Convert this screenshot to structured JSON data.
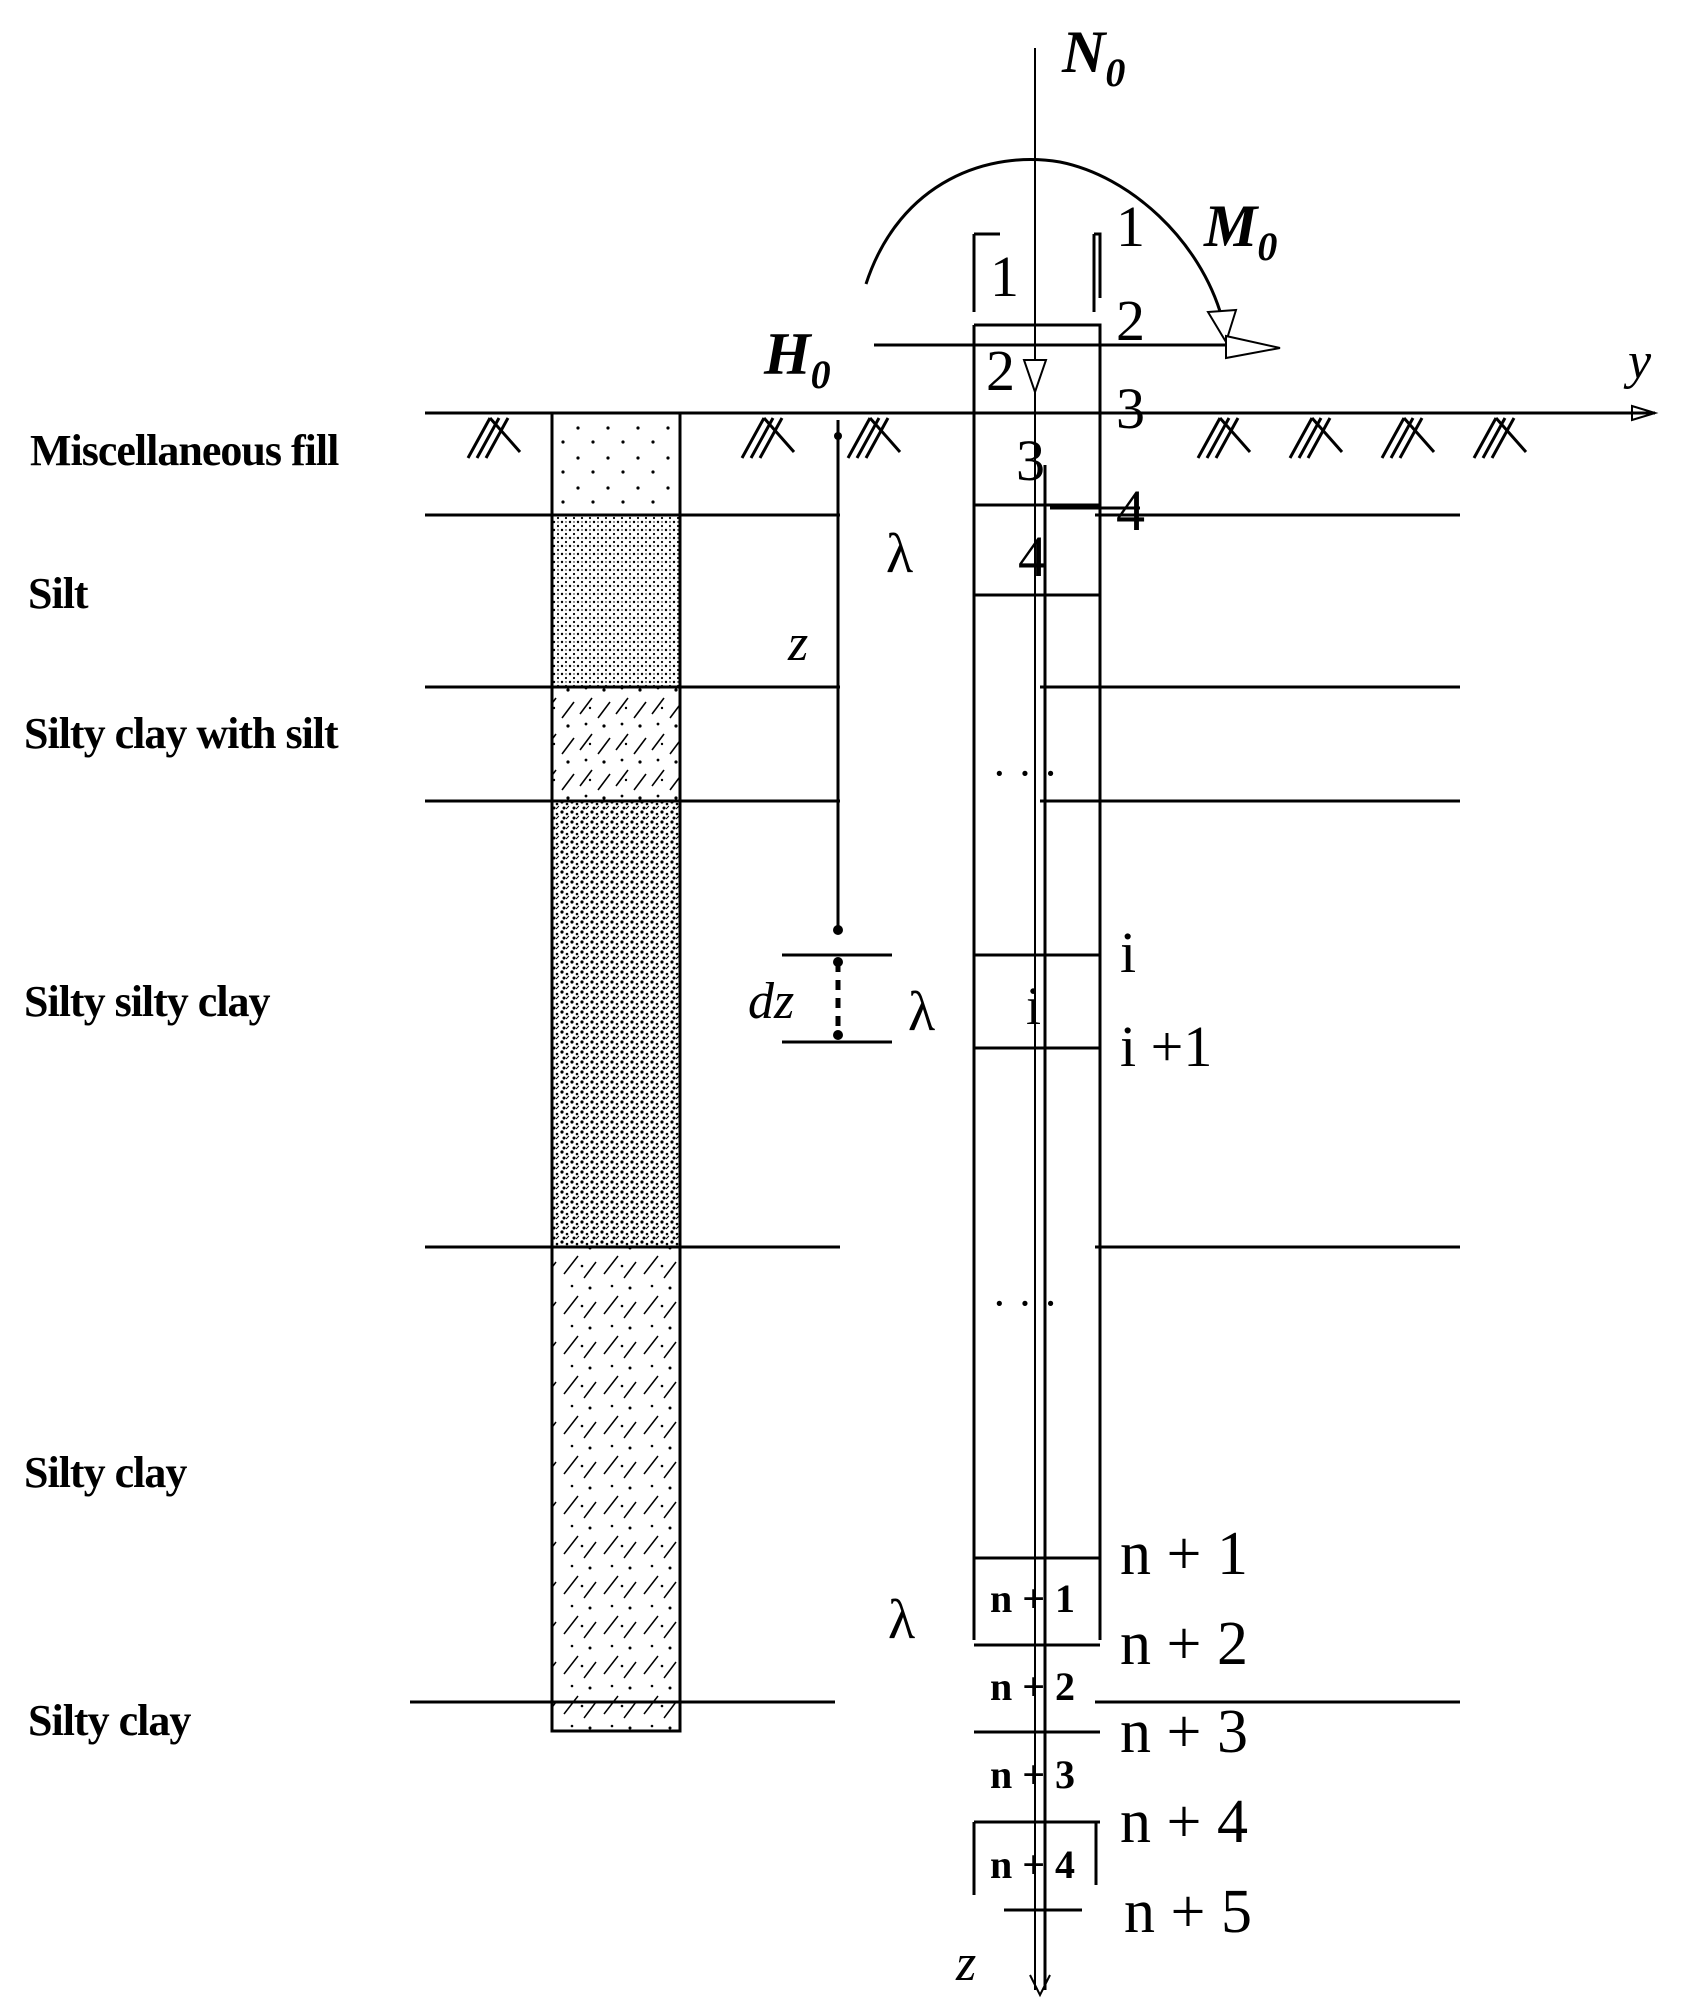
{
  "soil_layers": [
    {
      "name": "Miscellaneous fill"
    },
    {
      "name": "Silt"
    },
    {
      "name": "Silty clay with silt"
    },
    {
      "name": "Silty silty clay"
    },
    {
      "name": "Silty clay"
    },
    {
      "name": "Silty clay"
    }
  ],
  "loads": {
    "axial": "N",
    "axial_sub": "0",
    "moment": "M",
    "moment_sub": "0",
    "horizontal": "H",
    "horizontal_sub": "0"
  },
  "axes": {
    "y": "y",
    "z": "z"
  },
  "depth_labels": {
    "z": "z",
    "dz": "dz"
  },
  "lambda": "λ",
  "segments": {
    "s1": "1",
    "s2": "2",
    "s3": "3",
    "s4": "4",
    "si": "i",
    "sn1": "n + 1",
    "sn2": "n + 2",
    "sn3": "n + 3",
    "sn4": "n + 4"
  },
  "nodes": {
    "n1": "1",
    "n2": "2",
    "n3": "3",
    "n4": "4",
    "ni": "i",
    "ni1": "i +1",
    "nn1": "n + 1",
    "nn2": "n + 2",
    "nn3": "n + 3",
    "nn4": "n + 4",
    "nn5": "n + 5"
  },
  "ellipsis": "· · ·"
}
